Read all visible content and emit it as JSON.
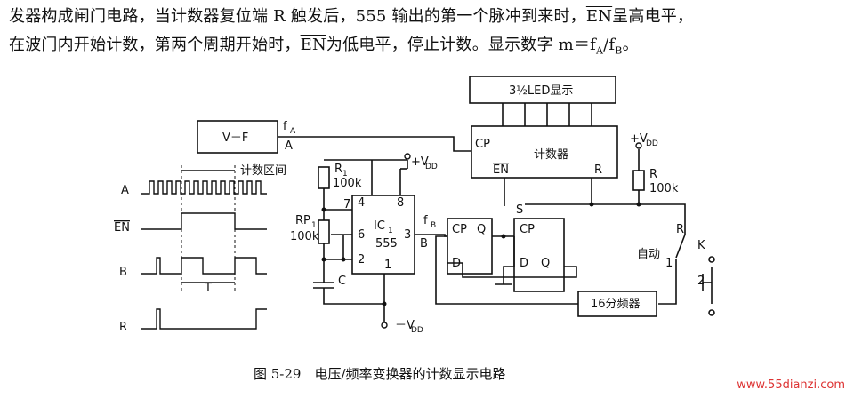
{
  "paragraph": {
    "line1_a": "发器构成闸门电路，当计数器复位端 R 触发后，555 输出的第一个脉冲到来时，",
    "line1_en": "EN",
    "line1_b": "呈高电平，",
    "line2_a": "在波门内开始计数，第两个周期开始时，",
    "line2_en": "EN",
    "line2_b": "为低电平，停止计数。显示数字 m＝f",
    "line2_sub_a": "A",
    "line2_c": "/f",
    "line2_sub_b": "B",
    "line2_d": "。"
  },
  "diagram": {
    "led_label": "3½LED显示",
    "vf_label": "V－F",
    "fa_label": "f",
    "fa_sub": "A",
    "a_pin": "A",
    "counter_label": "计数器",
    "cp_label": "CP",
    "en_label": "EN",
    "r_label": "R",
    "vdd_top_label": "+V",
    "vdd_sub": "DD",
    "r_res_label": "R",
    "r_res_value": "100k",
    "r1_label": "R",
    "r1_sub": "1",
    "r1_value": "100k",
    "rp1_label": "RP",
    "rp1_sub": "1",
    "rp1_value": "100k",
    "c_label": "C",
    "ic_label": "IC",
    "ic_sub": "1",
    "ic_part": "555",
    "pin4": "4",
    "pin8": "8",
    "pin7": "7",
    "pin6": "6",
    "pin2": "2",
    "pin1": "1",
    "pin3": "3",
    "vdd_ic_label": "+V",
    "fb_label": "f",
    "fb_sub": "B",
    "b_node": "B",
    "ff1_cp": "CP",
    "ff1_q": "Q",
    "ff1_d": "D",
    "ff2_cp": "CP",
    "ff2_d": "D",
    "ff2_q": "Q",
    "s_label": "S",
    "neg_vdd_label": "－V",
    "divider_label": "16分频器",
    "auto_label": "自动",
    "switch_label": "K",
    "switch_r": "R",
    "switch_1": "1",
    "switch_2": "2"
  },
  "timing": {
    "window_label": "计数区间",
    "signals": [
      "A",
      "EN",
      "B",
      "R"
    ],
    "period_label": "T"
  },
  "caption": "图 5-29　电压/频率变换器的计数显示电路",
  "watermark": "www.55dianzi.com"
}
